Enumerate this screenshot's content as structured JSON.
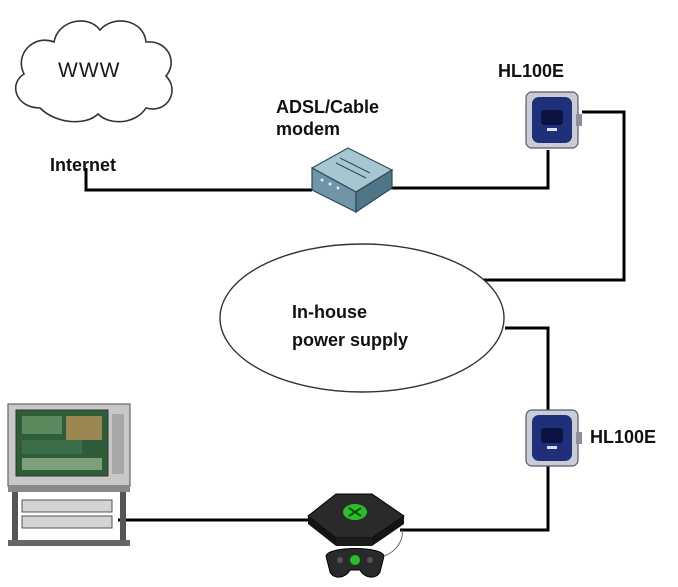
{
  "cloud": {
    "label": "WWW"
  },
  "internet": {
    "label": "Internet"
  },
  "modem": {
    "label_line1": "ADSL/Cable",
    "label_line2": "modem"
  },
  "adapter_top": {
    "label": "HL100E"
  },
  "adapter_bottom": {
    "label": "HL100E"
  },
  "power": {
    "label_line1": "In-house",
    "label_line2": "power supply"
  },
  "colors": {
    "adapter_body": "#1f2f7a",
    "adapter_housing": "#c8ccd6",
    "modem_body": "#7fa6b6",
    "console_body": "#2a2a2a",
    "console_logo": "#2bbd2b"
  },
  "icons": {
    "cloud": "cloud-icon",
    "modem": "modem-icon",
    "adapter": "powerline-adapter-icon",
    "tv": "tv-cabinet-icon",
    "console": "game-console-icon",
    "controller": "gamepad-icon"
  }
}
